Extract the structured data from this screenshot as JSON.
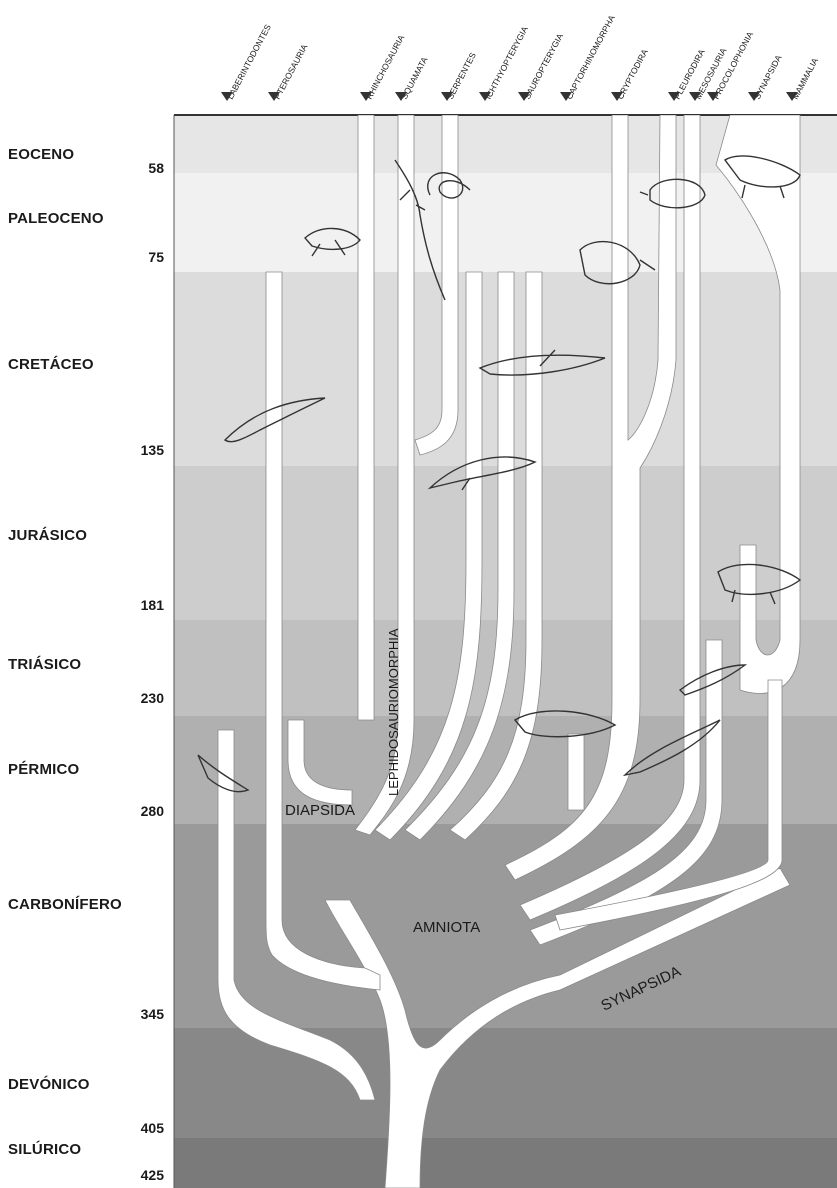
{
  "periods": [
    {
      "name": "EOCENO",
      "start": "58"
    },
    {
      "name": "PALEOCENO",
      "start": "75"
    },
    {
      "name": "CRETÁCEO",
      "start": "135"
    },
    {
      "name": "JURÁSICO",
      "start": "181"
    },
    {
      "name": "TRIÁSICO",
      "start": "230"
    },
    {
      "name": "PÉRMICO",
      "start": "280"
    },
    {
      "name": "CARBONÍFERO",
      "start": "345"
    },
    {
      "name": "DEVÓNICO",
      "start": "405"
    },
    {
      "name": "SILÚRICO",
      "start": "425"
    }
  ],
  "lineages": [
    {
      "label": "LABERINTODONTES"
    },
    {
      "label": "PTEROSAURIA"
    },
    {
      "label": "RHINCHOSAURIA"
    },
    {
      "label": "SQUAMATA"
    },
    {
      "label": "SERPENTES"
    },
    {
      "label": "ICHTHYOPTERYGIA"
    },
    {
      "label": "SAUROPTERYGIA"
    },
    {
      "label": "CAPTORHINOMORPHA"
    },
    {
      "label": "CRYPTODIRA"
    },
    {
      "label": "PLEURODIRA"
    },
    {
      "label": "MESOSAURIA"
    },
    {
      "label": "PROCOLOPHONIA"
    },
    {
      "label": "SYNAPSIDA"
    },
    {
      "label": "MAMMALIA"
    }
  ],
  "clades": {
    "diapsida": "DIAPSIDA",
    "lephidosauriomorphia": "LEPHIDOSAURIOMORPHIA",
    "amniota": "AMNIOTA",
    "synapsida": "SYNAPSIDA"
  },
  "colors": {
    "band_0": "#e6e6e6",
    "band_1": "#f1f1f1",
    "band_2": "#dcdcdc",
    "band_3": "#cdcdcd",
    "band_4": "#c0c0c0",
    "band_5": "#b0b0b0",
    "band_6": "#9a9a9a",
    "band_7": "#888888",
    "band_8": "#7a7a7a",
    "band_9": "#6e6e6e",
    "branch": "#ffffff",
    "line": "#555555",
    "text": "#1a1a1a"
  }
}
